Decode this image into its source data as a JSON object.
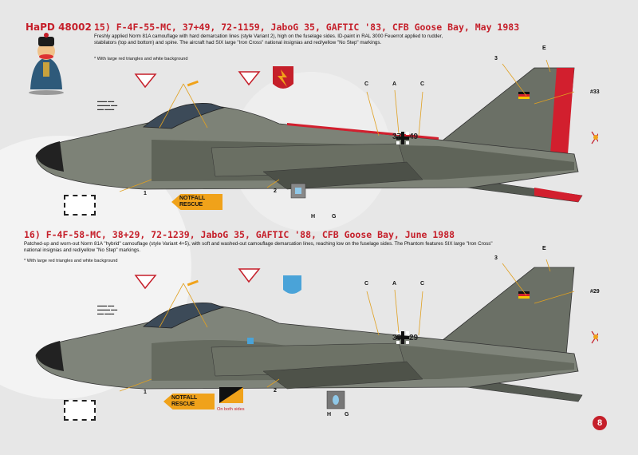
{
  "brand": "HaPD 48002",
  "page_number": "8",
  "colors": {
    "accent_red": "#c51f2a",
    "camo_dark": "#5e6258",
    "camo_light": "#8a8f83",
    "rescue_orange": "#f0a21a"
  },
  "profile1": {
    "title": "15) F-4F-55-MC, 37+49, 72-1159, JaboG 35, GAFTIC '83, CFB Goose Bay, May 1983",
    "description": "Freshly applied Norm 81A camouflage with hard demarcation lines (style Variant 2), high on the fuselage sides. ID-paint in RAL 3000 Feuerrot applied to rudder, stabilators (top and bottom) and spine. The aircraft had SIX large \"Iron Cross\" national insignias and red/yellow \"No Step\" markings.",
    "note": "* With large red triangles and white background",
    "serial_left": "37",
    "serial_right": "49",
    "tail_number": "#33",
    "labels": {
      "c1": "C",
      "a": "A",
      "c2": "C",
      "three": "3",
      "e": "E",
      "one": "1",
      "two": "2",
      "h": "H",
      "g": "G"
    },
    "rescue": "NOTFALL RESCUE"
  },
  "profile2": {
    "title": "16) F-4F-58-MC, 38+29, 72-1239, JaboG 35, GAFTIC '88, CFB Goose Bay, June 1988",
    "description": "Patched-up and worn-out Norm 81A \"hybrid\" camouflage (style Variant 4+5), with soft and washed-out camouflage demarcation lines, reaching low on the fuselage sides. The Phantom features SIX large \"Iron Cross\" national insignias and red/yellow \"No Step\" markings.",
    "note": "* With large red triangles and white background",
    "serial_left": "38",
    "serial_right": "29",
    "tail_number": "#29",
    "labels": {
      "c1": "C",
      "a": "A",
      "c2": "C",
      "three": "3",
      "e": "E",
      "one": "1",
      "two": "2",
      "h": "H",
      "g": "G"
    },
    "rescue": "NOTFALL RESCUE",
    "both_sides": "On both sides"
  }
}
